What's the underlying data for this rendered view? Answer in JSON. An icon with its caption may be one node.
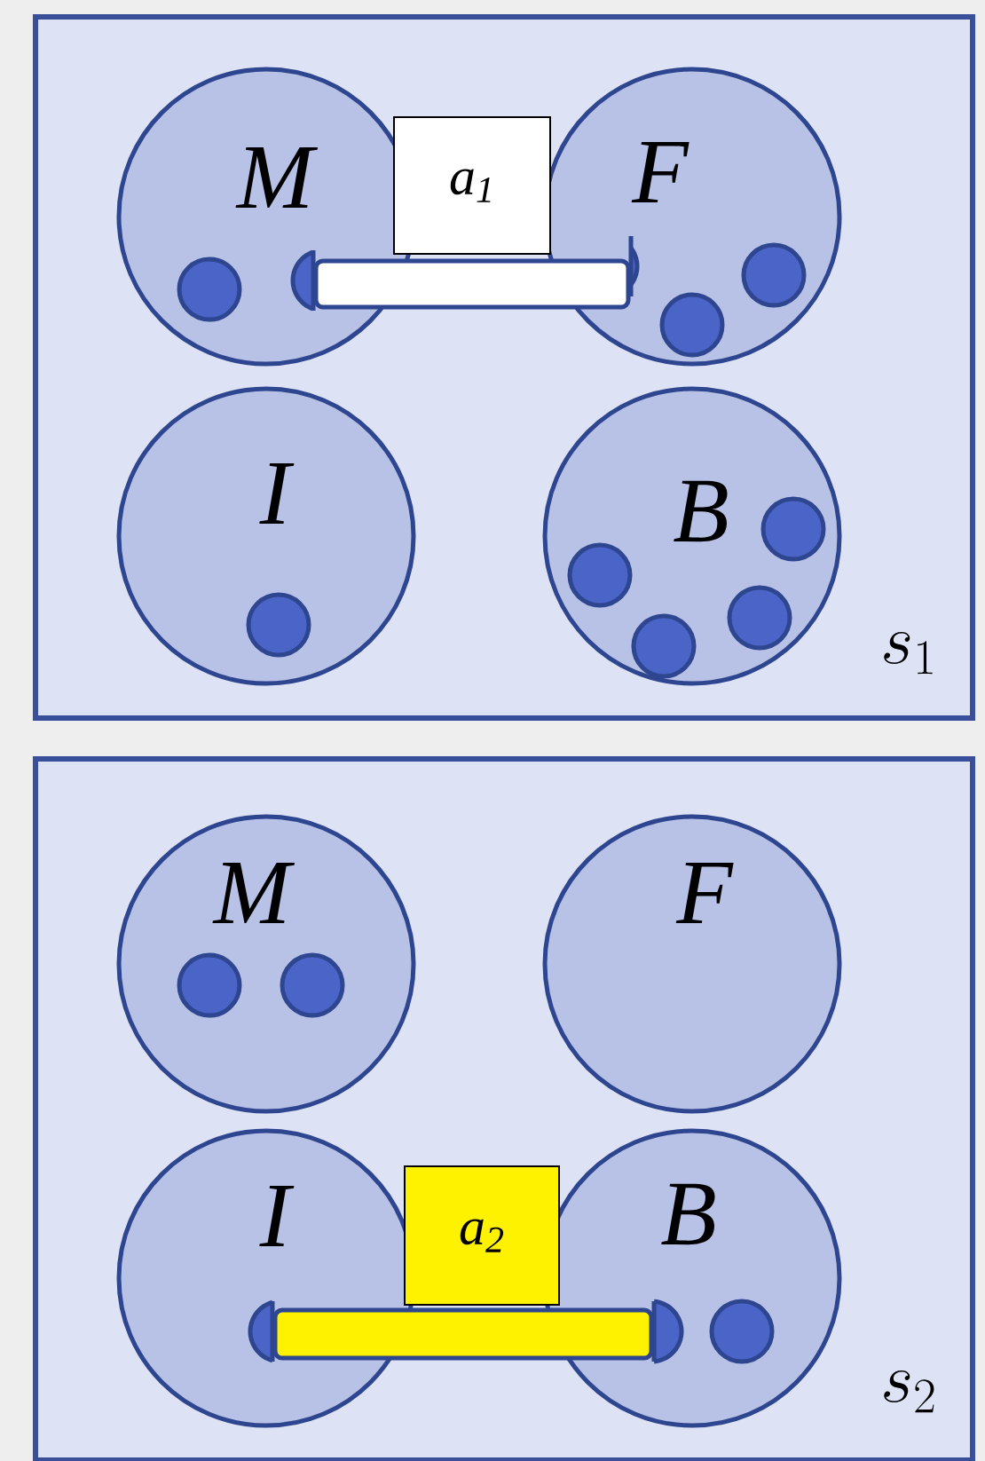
{
  "diagram": {
    "nodes": [
      {
        "text": [
          "s_1"
        ]
      },
      {
        "text": [
          "M"
        ],
        "in": 0
      },
      {
        "text": [
          "a$_{1}$"
        ],
        "in": 0
      },
      {
        "text": [
          "F"
        ],
        "in": 0
      },
      {
        "text": [],
        "shape": "bar",
        "in": 0
      },
      {
        "text": [
          "I"
        ],
        "in": 0
      },
      {
        "text": [
          "B"
        ],
        "in": 0
      },
      {
        "text": [],
        "shape": "circle",
        "in": 1
      },
      {
        "text": [],
        "shape": "circle",
        "in": 1
      },
      {
        "text": [],
        "shape": "circle",
        "in": 3
      },
      {
        "text": [],
        "shape": "circle",
        "in": 3
      },
      {
        "text": [],
        "shape": "circle",
        "in": 3
      },
      {
        "text": [],
        "shape": "circle",
        "in": 5
      },
      {
        "text": [],
        "shape": "circle",
        "in": 6
      },
      {
        "text": [],
        "shape": "circle",
        "in": 6
      },
      {
        "text": [],
        "shape": "circle",
        "in": 6
      },
      {
        "text": [],
        "shape": "circle",
        "in": 6
      },
      {
        "text": [
          "s_2"
        ]
      },
      {
        "text": [
          "M"
        ],
        "in": 17
      },
      {
        "text": [
          "F"
        ],
        "in": 17
      },
      {
        "text": [
          "I"
        ],
        "in": 17
      },
      {
        "text": [
          "a$_{2}$"
        ],
        "in": 17
      },
      {
        "text": [
          "B"
        ],
        "in": 17
      },
      {
        "text": [],
        "shape": "bar",
        "in": 17
      },
      {
        "text": [],
        "shape": "circle",
        "in": 18
      },
      {
        "text": [],
        "shape": "circle",
        "in": 18
      },
      {
        "text": [],
        "shape": "circle",
        "in": 20
      },
      {
        "text": [],
        "shape": "circle",
        "in": 22
      },
      {
        "text": [],
        "shape": "circle",
        "in": 22
      }
    ],
    "edges": []
  }
}
